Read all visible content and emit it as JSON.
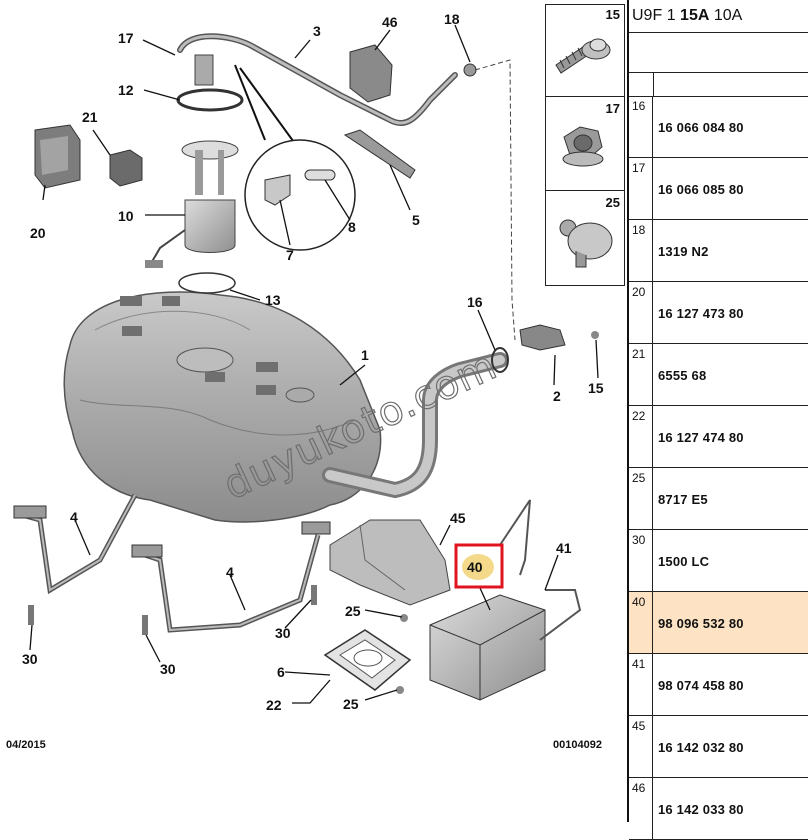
{
  "header": {
    "model": "U9F",
    "sep": "1",
    "code_bold": "15A",
    "code_rest": "10A"
  },
  "callouts": {
    "c1": "1",
    "c2": "2",
    "c3": "3",
    "c4a": "4",
    "c4b": "4",
    "c5": "5",
    "c6": "6",
    "c7": "7",
    "c8": "8",
    "c10": "10",
    "c12": "12",
    "c13": "13",
    "c15": "15",
    "c16": "16",
    "c17": "17",
    "c18": "18",
    "c20": "20",
    "c21": "21",
    "c22": "22",
    "c25a": "25",
    "c25b": "25",
    "c30a": "30",
    "c30b": "30",
    "c30c": "30",
    "c40": "40",
    "c41": "41",
    "c45": "45",
    "c46": "46"
  },
  "insets": [
    {
      "num": "15",
      "icon": "screw-icon"
    },
    {
      "num": "17",
      "icon": "nut-icon"
    },
    {
      "num": "25",
      "icon": "plug-clip-icon"
    }
  ],
  "footer": {
    "date": "04/2015",
    "drawing_no": "00104092"
  },
  "watermark": "duyukoto.com",
  "parts": [
    {
      "ref": "16",
      "number": "16 066 084 80"
    },
    {
      "ref": "17",
      "number": "16 066 085 80"
    },
    {
      "ref": "18",
      "number": "1319 N2"
    },
    {
      "ref": "20",
      "number": "16 127 473 80"
    },
    {
      "ref": "21",
      "number": "6555 68"
    },
    {
      "ref": "22",
      "number": "16 127 474 80"
    },
    {
      "ref": "25",
      "number": "8717 E5"
    },
    {
      "ref": "30",
      "number": "1500 LC"
    },
    {
      "ref": "40",
      "number": "98 096 532 80",
      "highlight": true
    },
    {
      "ref": "41",
      "number": "98 074 458 80"
    },
    {
      "ref": "45",
      "number": "16 142 032 80"
    },
    {
      "ref": "46",
      "number": "16 142 033 80"
    }
  ],
  "colors": {
    "highlight_row": "#fde3c4",
    "highlight_box": "#e0141e",
    "highlight_fill": "#f5d98a"
  }
}
